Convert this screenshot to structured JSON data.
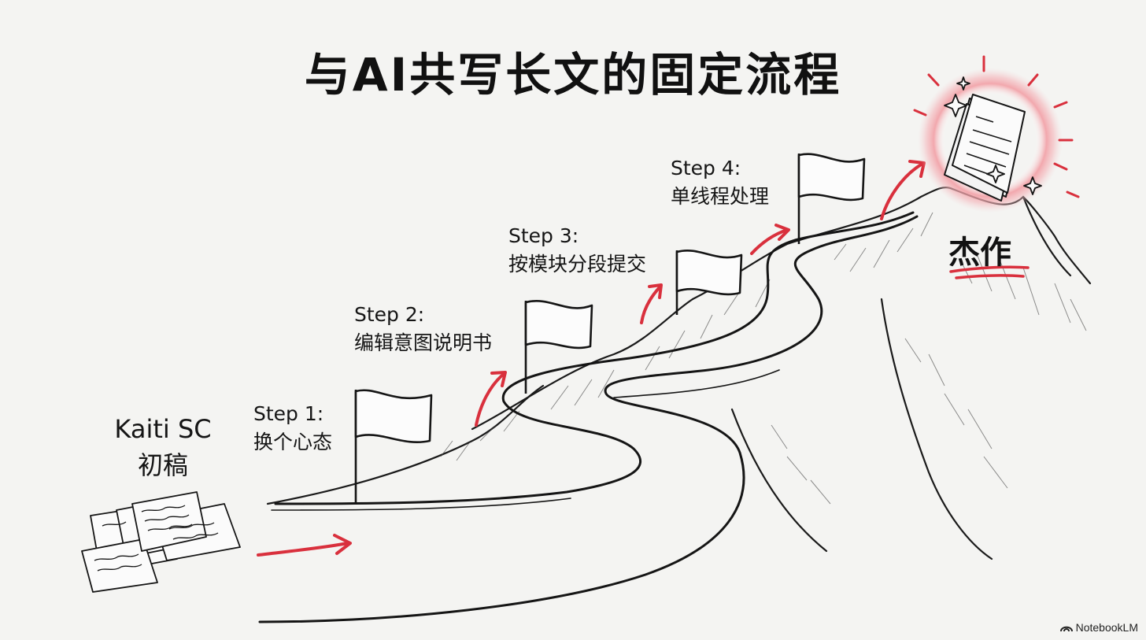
{
  "title": "与AI共写长文的固定流程",
  "start": {
    "line1": "Kaiti SC",
    "line2": "初稿"
  },
  "steps": [
    {
      "step": "Step 1:",
      "desc": "换个心态"
    },
    {
      "step": "Step 2:",
      "desc": "编辑意图说明书"
    },
    {
      "step": "Step 3:",
      "desc": "按模块分段提交"
    },
    {
      "step": "Step 4:",
      "desc": "单线程处理"
    }
  ],
  "finish": {
    "label": "杰作"
  },
  "watermark": {
    "text": "NotebookLM",
    "icon": "notebooklm-logo-icon"
  },
  "colors": {
    "accent": "#d9303d",
    "ink": "#141414",
    "background": "#f4f4f2",
    "glow": "#f2a3a8"
  },
  "icons": [
    "flag-icon",
    "arrow-icon",
    "draft-papers-icon",
    "masterpiece-document-icon",
    "sparkle-icon"
  ]
}
